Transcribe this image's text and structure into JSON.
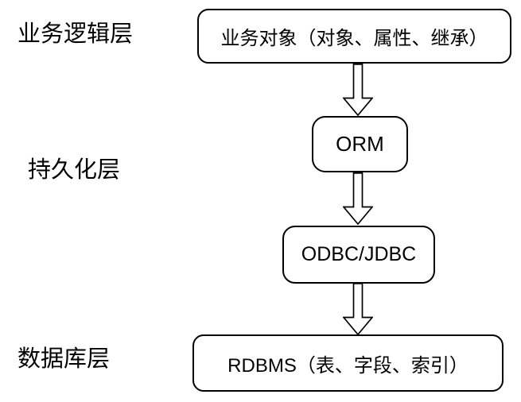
{
  "diagram": {
    "title": "",
    "layer_labels": {
      "business_logic": "业务逻辑层",
      "persistence": "持久化层",
      "database": "数据库层"
    },
    "nodes": {
      "business_object": "业务对象（对象、属性、继承）",
      "orm": "ORM",
      "odbc_jdbc": "ODBC/JDBC",
      "rdbms": "RDBMS（表、字段、索引）"
    },
    "flow": [
      {
        "from": "business_object",
        "to": "orm",
        "icon": "down-arrow"
      },
      {
        "from": "orm",
        "to": "odbc_jdbc",
        "icon": "down-arrow"
      },
      {
        "from": "odbc_jdbc",
        "to": "rdbms",
        "icon": "down-arrow"
      }
    ],
    "colors": {
      "background": "#ffffff",
      "stroke": "#000000",
      "node_fill": "#ffffff",
      "text": "#000000"
    }
  }
}
